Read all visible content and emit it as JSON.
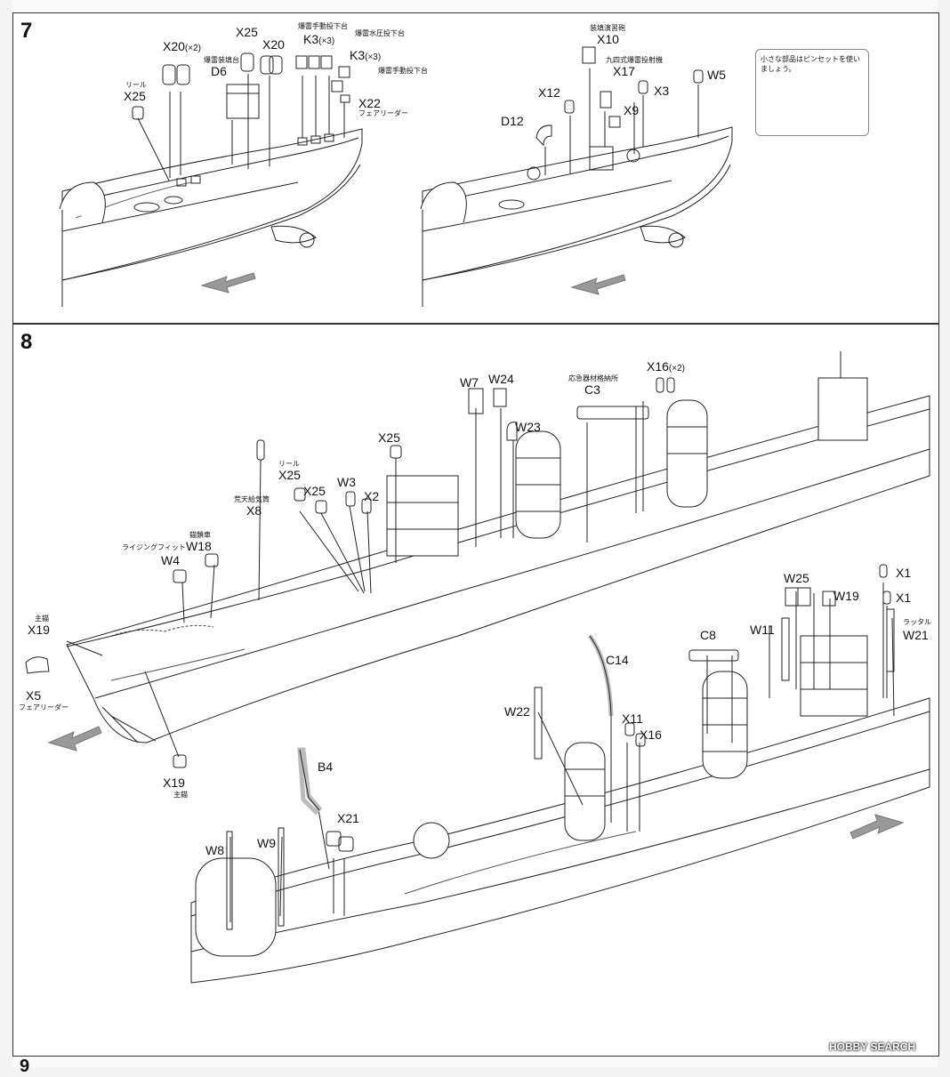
{
  "steps": [
    {
      "number": "7",
      "left_view": {
        "parts": [
          {
            "id": "X20",
            "qty": "(×2)"
          },
          {
            "id": "X25",
            "qty": ""
          },
          {
            "id": "X20",
            "qty": ""
          },
          {
            "id": "K3",
            "qty": "(×3)"
          },
          {
            "id": "K3",
            "qty": "(×3)"
          },
          {
            "id": "D6",
            "qty": ""
          },
          {
            "id": "X25",
            "qty": ""
          },
          {
            "id": "X22",
            "qty": ""
          }
        ],
        "notes": [
          "爆雷装填台",
          "爆雷手動投下台",
          "爆雷水圧投下台",
          "爆雷手動投下台",
          "リール",
          "フェアリーダー"
        ]
      },
      "right_view": {
        "parts": [
          "X10",
          "X17",
          "W5",
          "X12",
          "X3",
          "X9",
          "D12"
        ],
        "notes": [
          "装填演習砲",
          "九四式爆雷投射機"
        ]
      },
      "tip": "小さな部品はピンセットを使いましょう。"
    },
    {
      "number": "8",
      "upper_view": {
        "parts": [
          {
            "id": "W7",
            "qty": ""
          },
          {
            "id": "W24",
            "qty": ""
          },
          {
            "id": "C3",
            "qty": ""
          },
          {
            "id": "X16",
            "qty": "(×2)"
          },
          {
            "id": "W23",
            "qty": ""
          },
          {
            "id": "X25",
            "qty": ""
          },
          {
            "id": "X25",
            "qty": ""
          },
          {
            "id": "X25",
            "qty": ""
          },
          {
            "id": "W3",
            "qty": ""
          },
          {
            "id": "X2",
            "qty": ""
          },
          {
            "id": "X8",
            "qty": ""
          },
          {
            "id": "W18",
            "qty": ""
          },
          {
            "id": "W4",
            "qty": ""
          },
          {
            "id": "X19",
            "qty": ""
          },
          {
            "id": "X5",
            "qty": ""
          },
          {
            "id": "X19",
            "qty": ""
          }
        ],
        "notes": [
          "応急器材格納所",
          "リール",
          "荒天給気筒",
          "ライジングフィット",
          "錨鎖車",
          "主錨",
          "フェアリーダー",
          "主錨"
        ]
      },
      "lower_view": {
        "parts": [
          "X1",
          "X1",
          "W25",
          "W19",
          "W21",
          "C8",
          "W11",
          "C14",
          "W22",
          "X11",
          "X16",
          "B4",
          "X21",
          "W8",
          "W9"
        ],
        "notes": [
          "ラッタル"
        ]
      }
    }
  ],
  "next_step": "9",
  "watermark": "HOBBY SEARCH"
}
